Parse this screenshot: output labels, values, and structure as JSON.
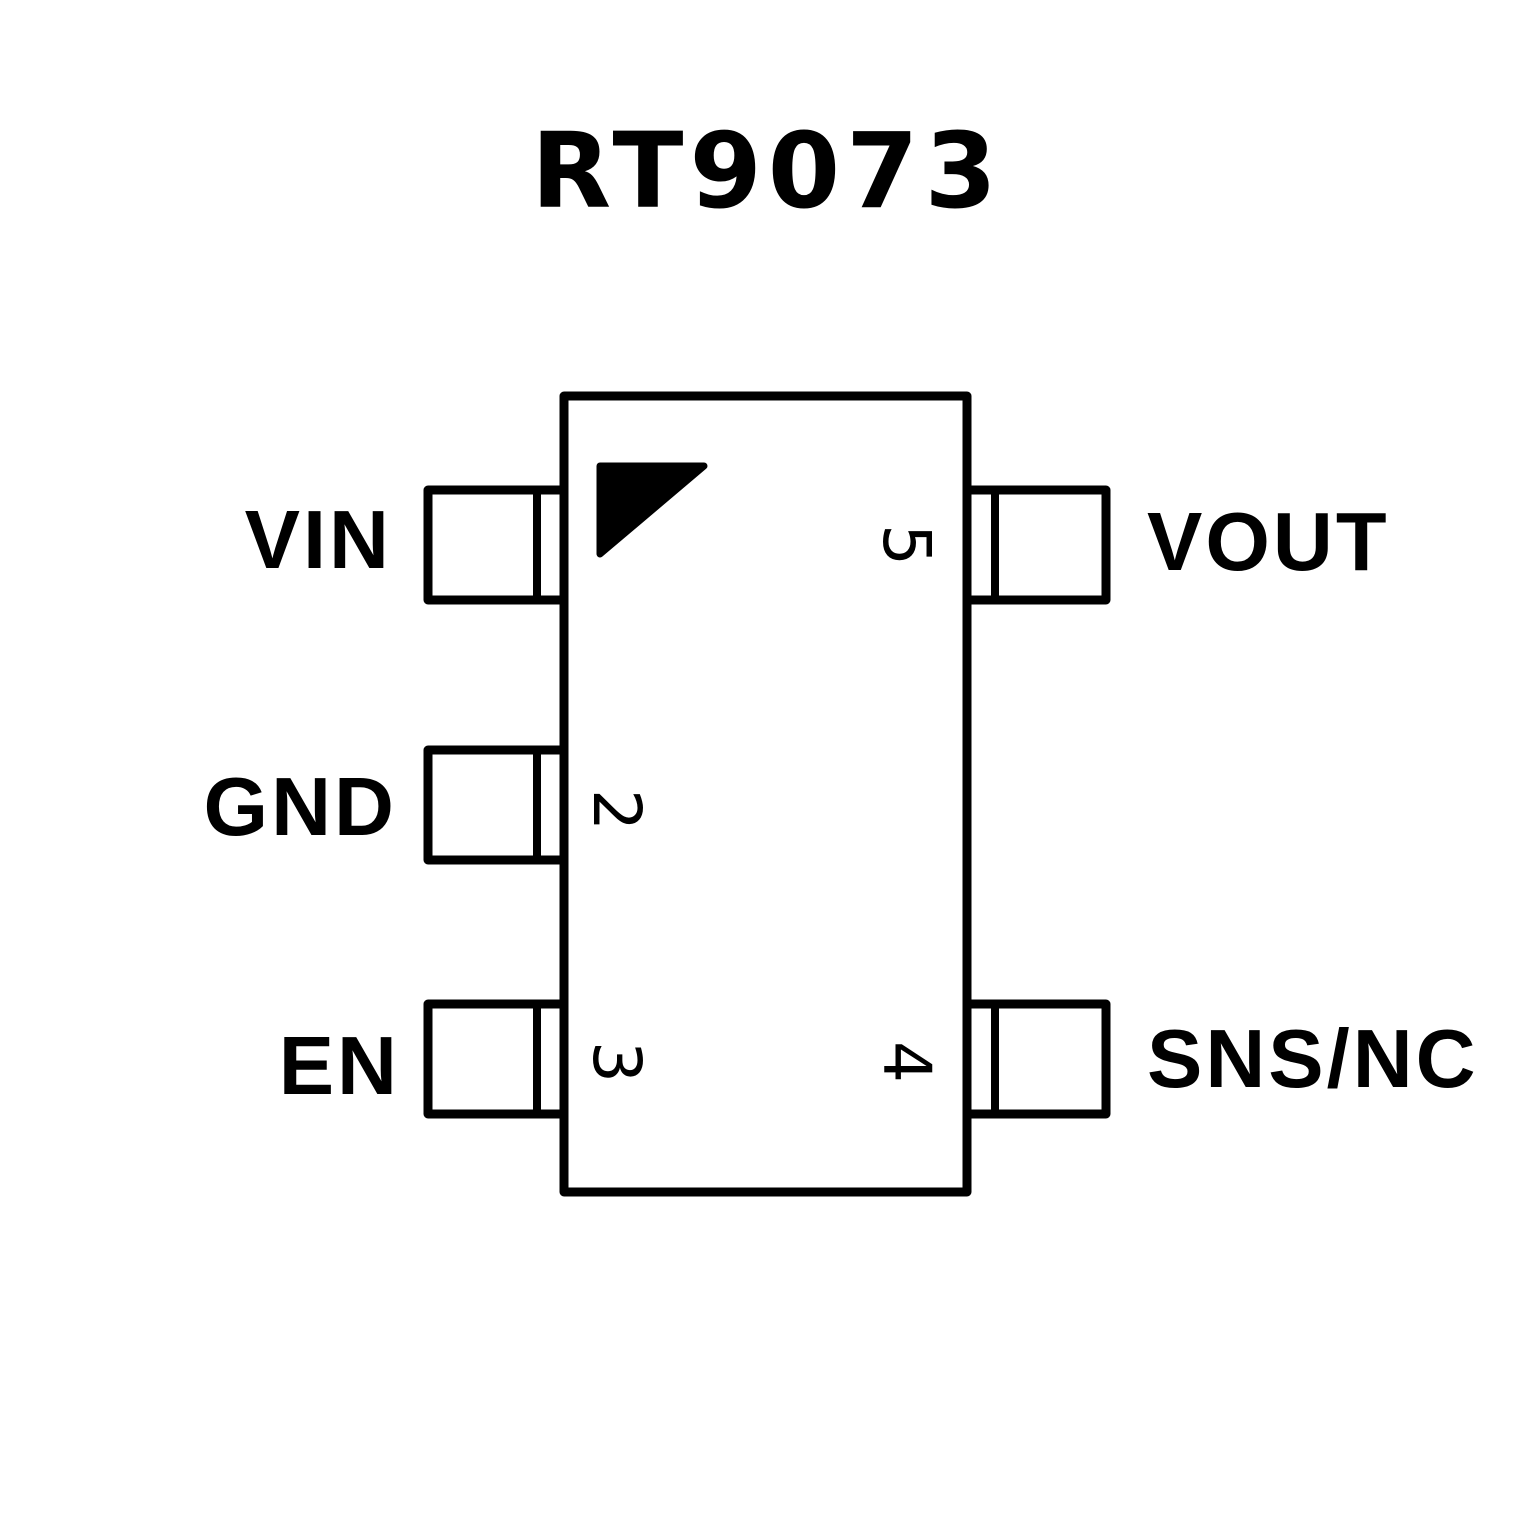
{
  "diagram": {
    "type": "ic-pinout",
    "title": "RT9073",
    "package_body": {
      "pin1_marker": "triangle"
    },
    "colors": {
      "stroke": "#000000",
      "background": "#ffffff"
    },
    "pins": [
      {
        "number": "1",
        "name": "VIN",
        "side": "left",
        "show_number": false
      },
      {
        "number": "2",
        "name": "GND",
        "side": "left",
        "show_number": true
      },
      {
        "number": "3",
        "name": "EN",
        "side": "left",
        "show_number": true
      },
      {
        "number": "4",
        "name": "SNS/NC",
        "side": "right",
        "show_number": true
      },
      {
        "number": "5",
        "name": "VOUT",
        "side": "right",
        "show_number": true
      }
    ]
  }
}
